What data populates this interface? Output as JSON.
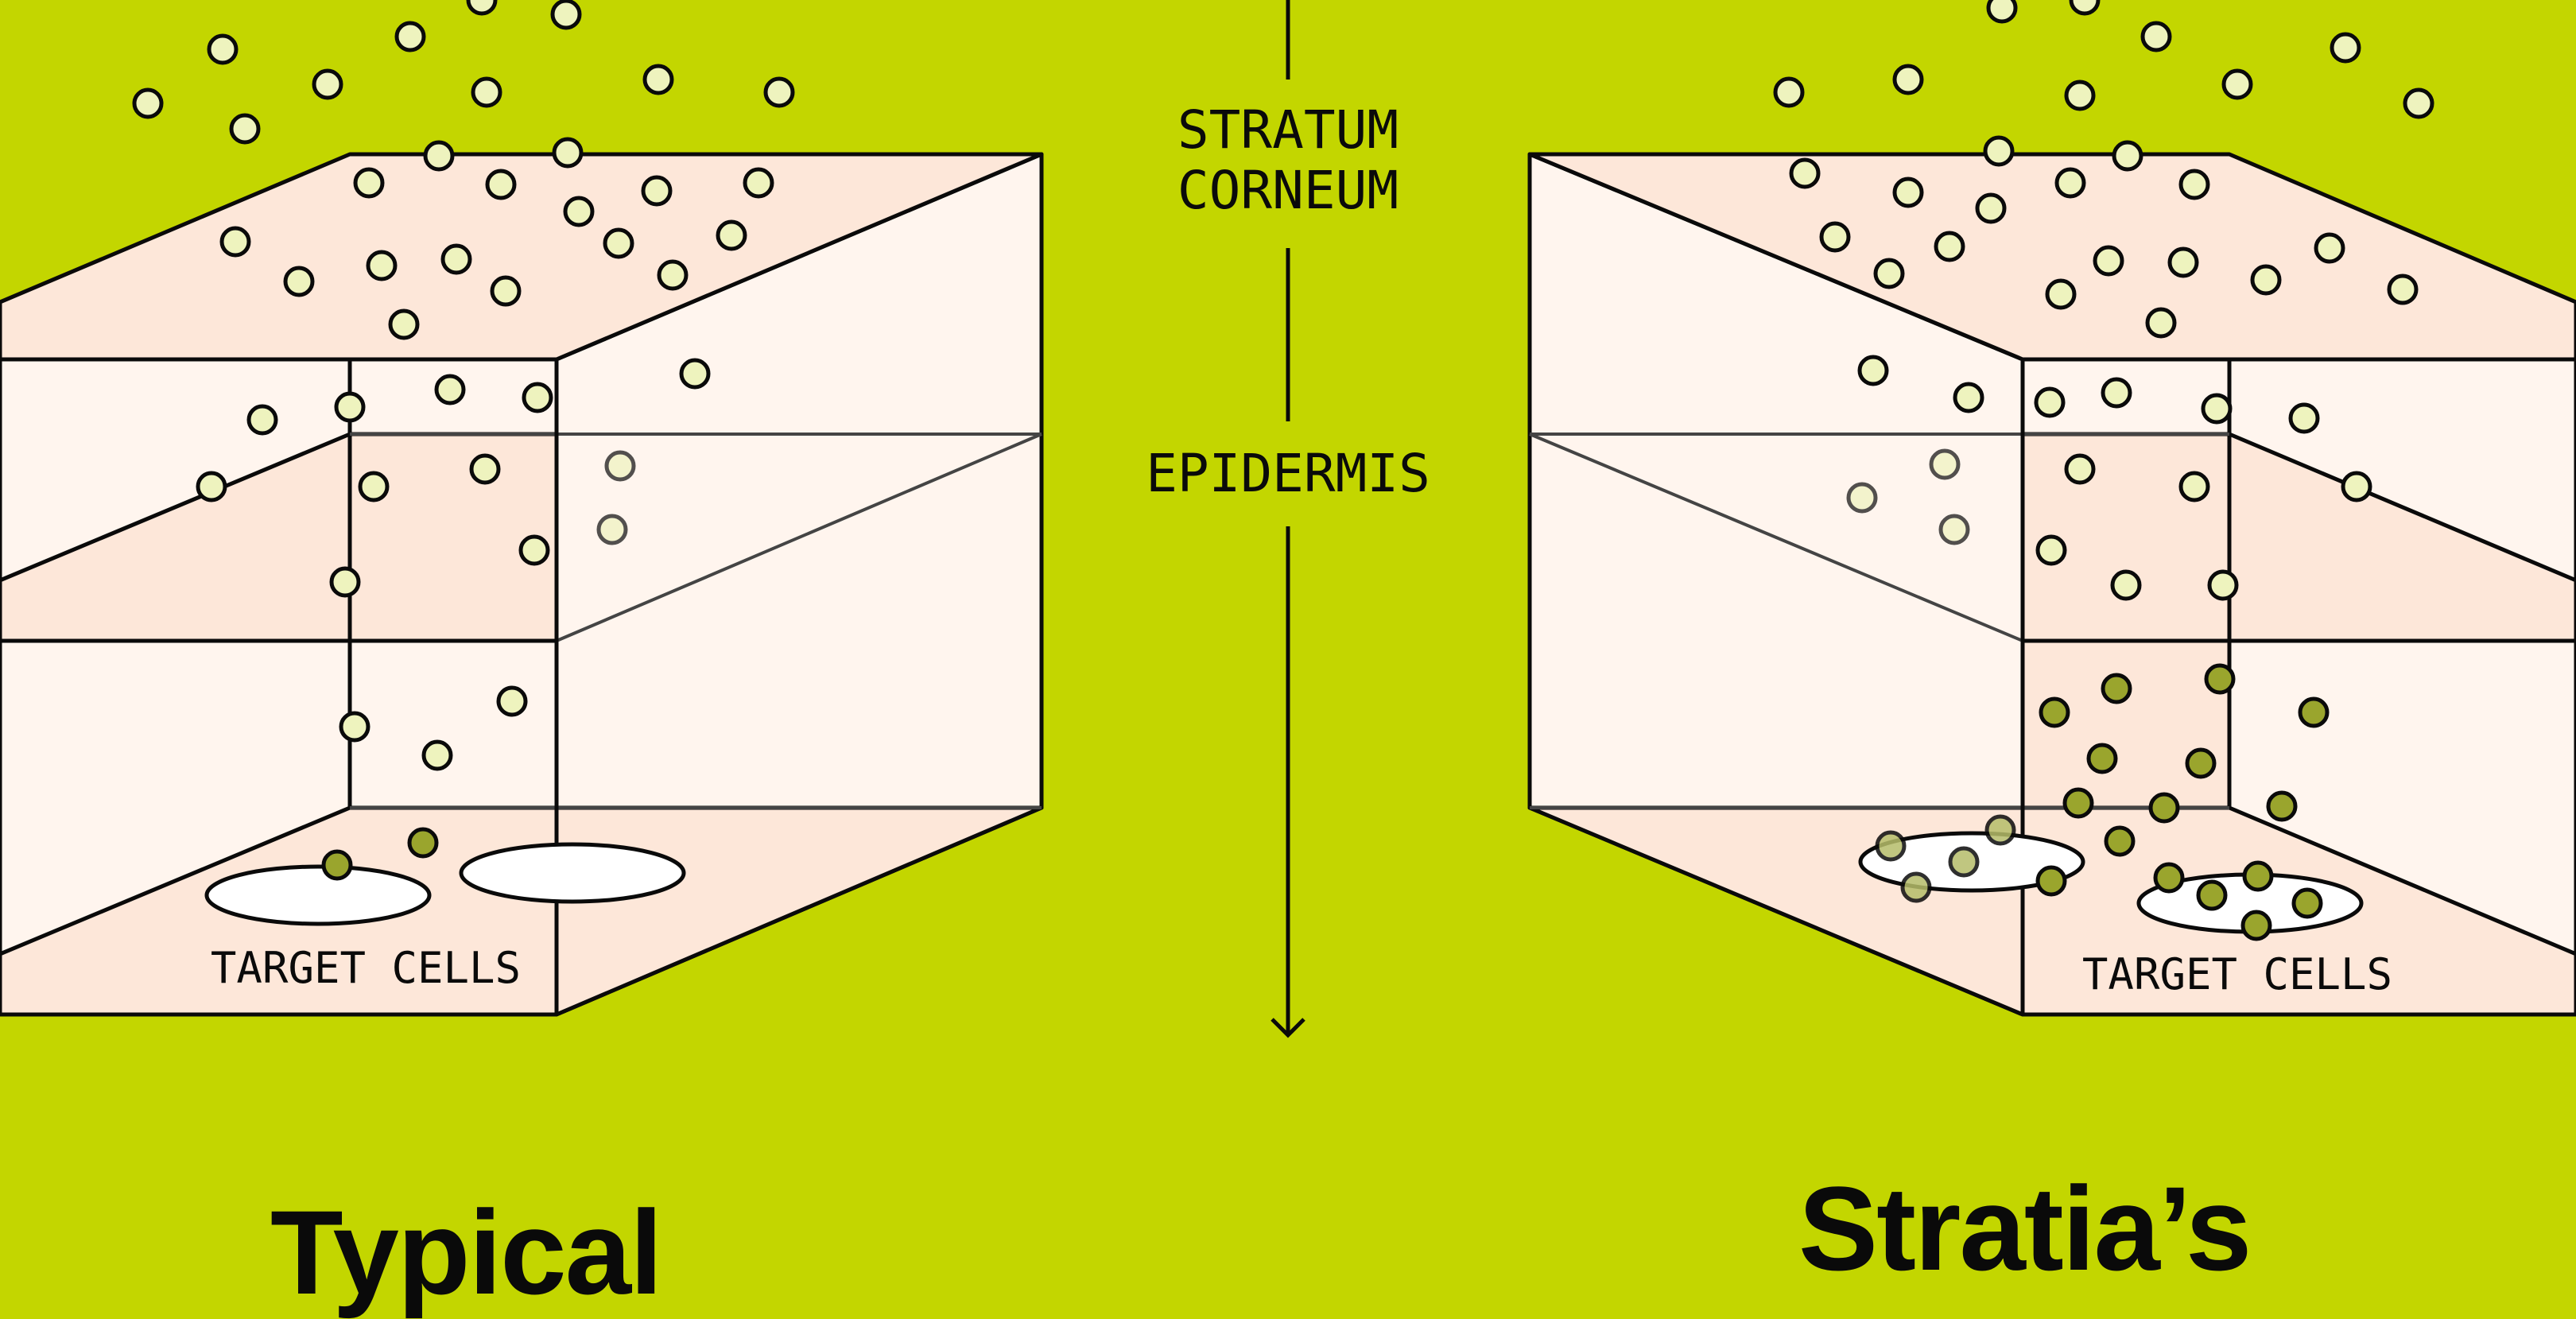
{
  "colors": {
    "background": "#c3d600",
    "block_top": "#fde7d9",
    "block_side": "#fff5ee",
    "particle_light": "#eef3be",
    "particle_dark": "#9aa52d",
    "particle_mid": "#b6bd6a",
    "ink": "#0a0a0a"
  },
  "axis": {
    "stratum_corneum_line1": "STRATUM",
    "stratum_corneum_line2": "CORNEUM",
    "epidermis": "EPIDERMIS",
    "arrow": "down-arrow"
  },
  "left_panel": {
    "target_label": "TARGET CELLS",
    "title": "Typical"
  },
  "right_panel": {
    "target_label": "TARGET CELLS",
    "title": "Stratia’s"
  }
}
